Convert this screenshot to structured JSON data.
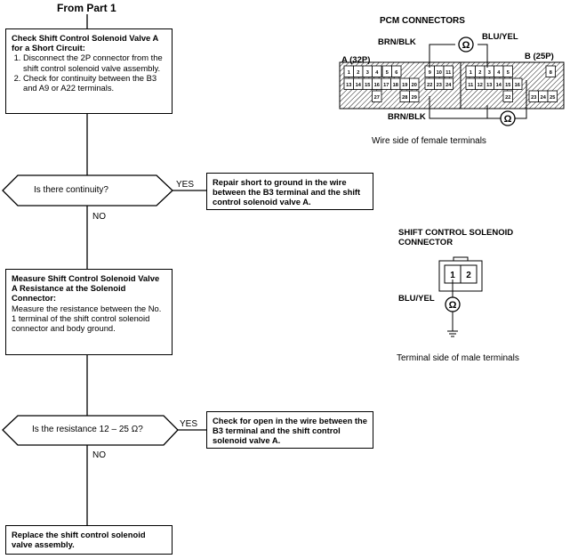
{
  "flow": {
    "from_label": "From Part 1",
    "step1": {
      "title": "Check Shift Control Solenoid Valve A for a Short Circuit:",
      "items": [
        "Disconnect the 2P connector from the shift control solenoid valve assembly.",
        "Check for continuity between the B3 and A9 or A22 terminals."
      ]
    },
    "q1": {
      "text": "Is there continuity?",
      "yes": "YES",
      "no": "NO"
    },
    "repair1": "Repair short to ground in the wire between the B3 terminal and the shift control solenoid valve A.",
    "step2": {
      "title": "Measure Shift Control Solenoid Valve A Resistance at the Solenoid Connector:",
      "body": "Measure the resistance between the No. 1 terminal of the shift control solenoid connector and body ground."
    },
    "q2": {
      "text": "Is the resistance 12 – 25 Ω?",
      "yes": "YES",
      "no": "NO"
    },
    "repair2": "Check for open in the wire between the B3 terminal and the shift control solenoid valve A.",
    "final": "Replace the shift control solenoid valve assembly."
  },
  "pcm": {
    "title": "PCM CONNECTORS",
    "label_a": "A (32P)",
    "label_b": "B (25P)",
    "wire_top_left": "BRN/BLK",
    "wire_top_right": "BLU/YEL",
    "wire_bottom": "BRN/BLK",
    "ohm": "Ω",
    "caption": "Wire side of female terminals",
    "a_top": [
      "1",
      "2",
      "3",
      "4",
      "5",
      "6",
      "9",
      "10",
      "11"
    ],
    "a_mid": [
      "13",
      "14",
      "15",
      "16",
      "17",
      "18",
      "19",
      "20",
      "22",
      "23",
      "24"
    ],
    "a_bot": [
      "27",
      "28",
      "29"
    ],
    "b_top": [
      "1",
      "2",
      "3",
      "4",
      "5",
      "8"
    ],
    "b_mid": [
      "11",
      "12",
      "13",
      "14",
      "15",
      "16"
    ],
    "b_bot": [
      "22",
      "23",
      "24",
      "25"
    ]
  },
  "solenoid": {
    "title_line1": "SHIFT CONTROL SOLENOID",
    "title_line2": "CONNECTOR",
    "pin1": "1",
    "pin2": "2",
    "wire": "BLU/YEL",
    "ohm": "Ω",
    "caption": "Terminal side of male terminals"
  }
}
